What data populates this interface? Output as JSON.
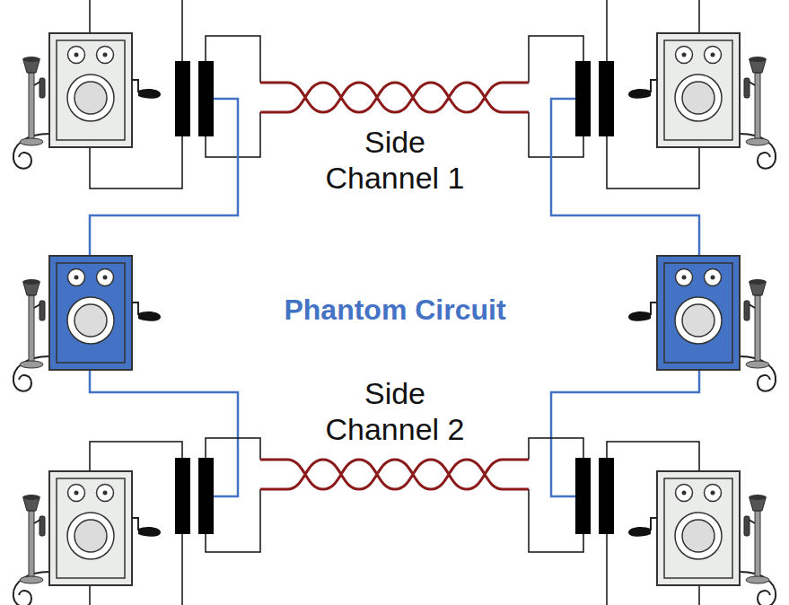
{
  "diagram": {
    "labels": [
      "Side Channel 1",
      "Phantom Circuit",
      "Side Channel 2"
    ]
  }
}
